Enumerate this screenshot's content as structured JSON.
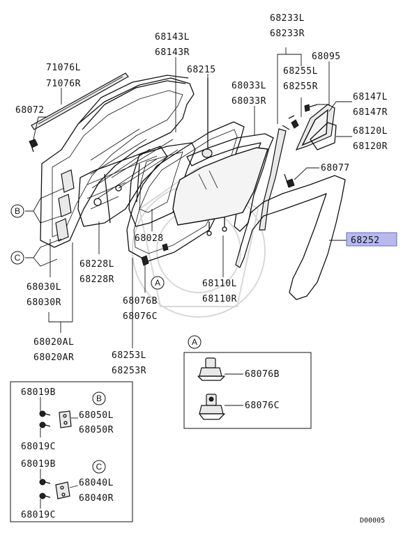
{
  "labels": {
    "p68233": [
      "68233L",
      "68233R"
    ],
    "p68143": [
      "68143L",
      "68143R"
    ],
    "p68095": "68095",
    "p71076": [
      "71076L",
      "71076R"
    ],
    "p68215": "68215",
    "p68255": [
      "68255L",
      "68255R"
    ],
    "p68033": [
      "68033L",
      "68033R"
    ],
    "p68147": [
      "68147L",
      "68147R"
    ],
    "p68072": "68072",
    "p68120": [
      "68120L",
      "68120R"
    ],
    "p68077": "68077",
    "p68252": "68252",
    "p68028": "68028",
    "p68228": [
      "68228L",
      "68228R"
    ],
    "p68030": [
      "68030L",
      "68030R"
    ],
    "p68076": [
      "68076B",
      "68076C"
    ],
    "p68110": [
      "68110L",
      "68110R"
    ],
    "p68020": [
      "68020AL",
      "68020AR"
    ],
    "p68253": [
      "68253L",
      "68253R"
    ]
  },
  "callouts": {
    "a": "A",
    "b": "B",
    "c": "C"
  },
  "detail_a": {
    "items": [
      "68076B",
      "68076C"
    ]
  },
  "detail_bc": {
    "b_screws": [
      "68019B",
      "68019C"
    ],
    "b_parts": [
      "68050L",
      "68050R"
    ],
    "c_screws": [
      "68019B",
      "68019C"
    ],
    "c_parts": [
      "68040L",
      "68040R"
    ]
  },
  "highlight_color": "#b9b9ee",
  "footer": {
    "code": "D00005"
  }
}
